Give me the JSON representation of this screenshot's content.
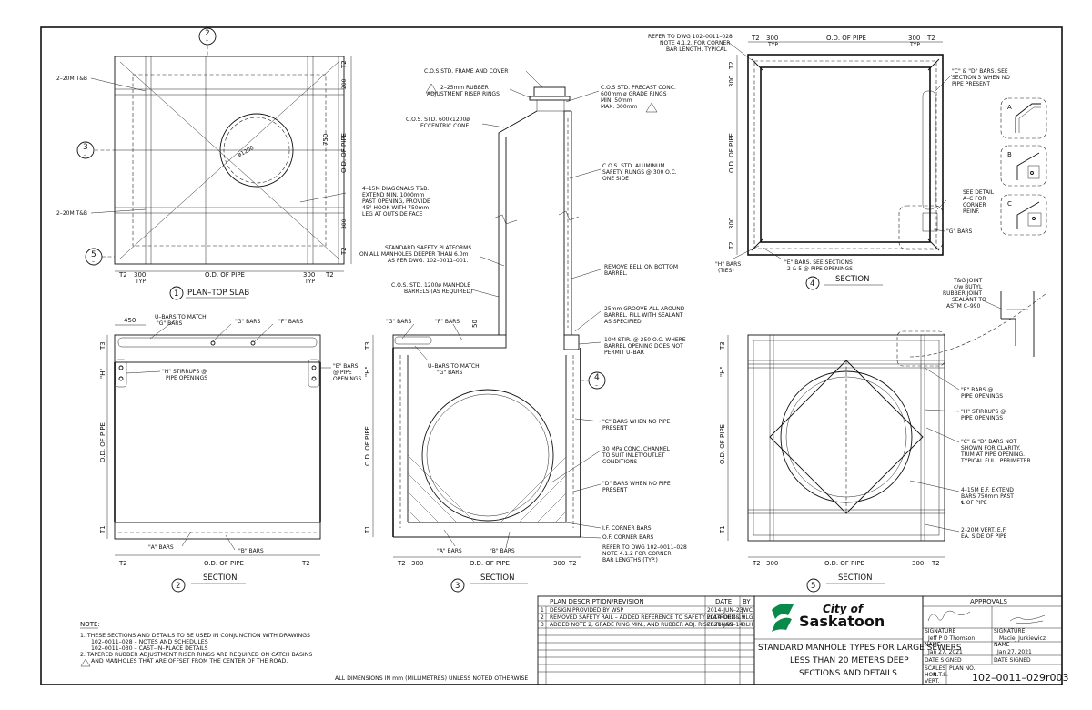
{
  "sheet": {
    "dims_note": "ALL DIMENSIONS IN mm (MILLIMETRES) UNLESS NOTED OTHERWISE"
  },
  "views": {
    "v1": {
      "num": "1",
      "title": "PLAN–TOP SLAB"
    },
    "v2": {
      "num": "2",
      "title": "SECTION"
    },
    "v3": {
      "num": "3",
      "title": "SECTION"
    },
    "v4": {
      "num": "4",
      "title": "SECTION"
    },
    "v5": {
      "num": "5",
      "title": "SECTION"
    }
  },
  "markers": {
    "m2": "2",
    "m3": "3",
    "m4": "4",
    "m5": "5",
    "dash": "–"
  },
  "dims": {
    "t2": "T2",
    "t1": "T1",
    "t3": "T3",
    "d300": "300",
    "typ": "TYP",
    "odpipe": "O.D. OF PIPE",
    "d750": "750",
    "d1200": "ø1200",
    "d450": "450",
    "d50": "50",
    "h": "\"H\"",
    "d200": "200"
  },
  "labels1": {
    "a": "2–20M T&B",
    "b": "2–20M T&B",
    "c": "4–15M DIAGONALS T&B.",
    "c2": "EXTEND MIN. 1000mm",
    "c3": "PAST OPENING, PROVIDE",
    "c4": "45° HOOK WITH 750mm",
    "c5": "LEG AT OUTSIDE FACE"
  },
  "labels2": {
    "u1": "U–BARS TO MATCH",
    "u2": "\"G\" BARS",
    "g": "\"G\" BARS",
    "f": "\"F\" BARS",
    "h1": "\"H\" STIRRUPS @",
    "h2": "PIPE OPENINGS",
    "e1": "\"E\" BARS",
    "e2": "@ PIPE",
    "e3": "OPENINGS",
    "a": "\"A\" BARS",
    "b": "\"B\" BARS"
  },
  "labels3": {
    "frame": "C.O.S.STD. FRAME AND COVER",
    "riser1": "2–25mm RUBBER",
    "riser2": "ADJUSTMENT RISER RINGS",
    "grade1": "C.O.S STD. PRECAST CONC.",
    "grade2": "600mm ø GRADE RINGS",
    "grade3": "MIN. 50mm",
    "grade4": "MAX. 300mm",
    "cone1": "C.O.S. STD. 600x1200ø",
    "cone2": "ECCENTRIC CONE",
    "rung1": "C.O.S. STD. ALUMINUM",
    "rung2": "SAFETY RUNGS @ 300 O.C.",
    "rung3": "ONE SIDE",
    "plat1": "STANDARD SAFETY PLATFORMS",
    "plat2": "ON ALL MANHOLES DEEPER THAN 6.0m",
    "plat3": "AS PER DWG. 102–0011–001.",
    "barrel1": "C.O.S. STD. 1200ø MANHOLE",
    "barrel2": "BARRELS (AS REQUIRED)",
    "bell1": "REMOVE BELL ON BOTTOM",
    "bell2": "BARREL.",
    "groove1": "25mm GROOVE ALL AROUND",
    "groove2": "BARREL. FILL WITH SEALANT",
    "groove3": "AS SPECIFIED",
    "stir1": "10M STIR. @ 250 O.C. WHERE",
    "stir2": "BARREL OPENING DOES NOT",
    "stir3": "PERMIT U–BAR",
    "g": "\"G\" BARS",
    "f": "\"F\" BARS",
    "u1": "U–BARS TO MATCH",
    "u2": "\"G\" BARS",
    "c1": "\"C\" BARS WHEN NO PIPE",
    "c2": "PRESENT",
    "ch1": "30 MPa CONC. CHANNEL",
    "ch2": "TO SUIT INLET/OUTLET",
    "ch3": "CONDITIONS",
    "d1": "\"D\" BARS WHEN NO PIPE",
    "d2": "PRESENT",
    "if": "I.F. CORNER BARS",
    "of": "O.F. CORNER BARS",
    "ref1": "REFER TO DWG 102–0011–028",
    "ref2": "NOTE 4.1.2 FOR CORNER",
    "ref3": "BAR LENGTHS (TYP.)",
    "a": "\"A\" BARS",
    "b": "\"B\" BARS"
  },
  "labels4": {
    "ref1": "REFER TO DWG 102–0011–028",
    "ref2": "NOTE 4.1.2. FOR CORNER",
    "ref3": "BAR LENGTH. TYPICAL",
    "cd1": "\"C\" & \"D\" BARS. SEE",
    "cd2": "SECTION 3 WHEN NO",
    "cd3": "PIPE PRESENT",
    "det1": "SEE DETAIL",
    "det2": "A–C FOR",
    "det3": "CORNER",
    "det4": "REINF.",
    "g": "\"G\" BARS",
    "h1": "\"H\" BARS",
    "h2": "(TIES)",
    "e1": "\"E\" BARS. SEE SECTIONS",
    "e2": "2 & 5 @ PIPE OPENINGS",
    "da": "A",
    "db": "B",
    "dc": "C"
  },
  "joint": {
    "l1": "T&G JOINT",
    "l2": "c/w BUTYL",
    "l3": "RUBBER JOINT",
    "l4": "SEALANT TO",
    "l5": "ASTM C–990"
  },
  "labels5": {
    "e1": "\"E\" BARS @",
    "e2": "PIPE OPENINGS",
    "h1": "\"H\" STIRRUPS @",
    "h2": "PIPE OPENINGS",
    "cd1": "\"C\" & \"D\" BARS NOT",
    "cd2": "SHOWN FOR CLARITY.",
    "cd3": "TRIM AT PIPE OPENING.",
    "cd4": "TYPICAL FULL PERIMETER",
    "v1": "4–15M E.F. EXTEND",
    "v2": "BARS 750mm PAST",
    "v3": "℄ OF PIPE",
    "w1": "2–20M VERT. E.F.",
    "w2": "EA. SIDE OF PIPE"
  },
  "notes": {
    "heading": "NOTE:",
    "n1a": "1.  THESE SECTIONS AND DETAILS TO BE USED IN CONJUNCTION WITH DRAWINGS",
    "n1b": "102–0011–028 – NOTES AND SCHEDULES",
    "n1c": "102–0011–030 – CAST–IN–PLACE DETAILS",
    "n2a": "2.  TAPERED RUBBER ADJUSTMENT RISER RINGS ARE REQUIRED ON CATCH BASINS",
    "n2b": "AND MANHOLES THAT ARE OFFSET FROM THE CENTER OF THE ROAD."
  },
  "revisions": {
    "h_desc": "PLAN DESCRIPTION/REVISION",
    "h_date": "DATE",
    "h_by": "BY",
    "rows": [
      {
        "no": "1",
        "desc": "DESIGN PROVIDED BY WSP",
        "date": "2014–JUN–23",
        "by": "JWC"
      },
      {
        "no": "2",
        "desc": "REMOVED SAFETY RAIL – ADDED REFERENCE TO SAFETY PLATFORMS",
        "date": "2014–DEC–19",
        "by": "HLG"
      },
      {
        "no": "3",
        "desc": "ADDED NOTE 2, GRADE RING MIN., AND RUBBER ADJ. RISER RINGS",
        "date": "2021–JAN–14",
        "by": "DLH"
      }
    ]
  },
  "titleblock": {
    "logo_city": "City of",
    "logo_name": "Saskatoon",
    "t1": "STANDARD MANHOLE TYPES FOR LARGE SEWERS",
    "t2": "LESS THAN 20 METERS DEEP",
    "t3": "SECTIONS AND DETAILS",
    "approvals": "APPROVALS",
    "sig": "SIGNATURE",
    "name": "NAME",
    "date_signed": "DATE SIGNED",
    "name1": "Jeff P D Thomson",
    "name2": "Maciej Jurkiewicz",
    "date1": "Jan 27, 2021",
    "date2": "Jan 27, 2021",
    "scales": "SCALES",
    "hor": "HOR.",
    "scale_val": "N.T.S.",
    "vert": "VERT.",
    "plan_no": "PLAN NO.",
    "plan_val": "102–0011–029r003"
  },
  "colors": {
    "logo_green": "#0a8a4a",
    "ink": "#111111"
  }
}
